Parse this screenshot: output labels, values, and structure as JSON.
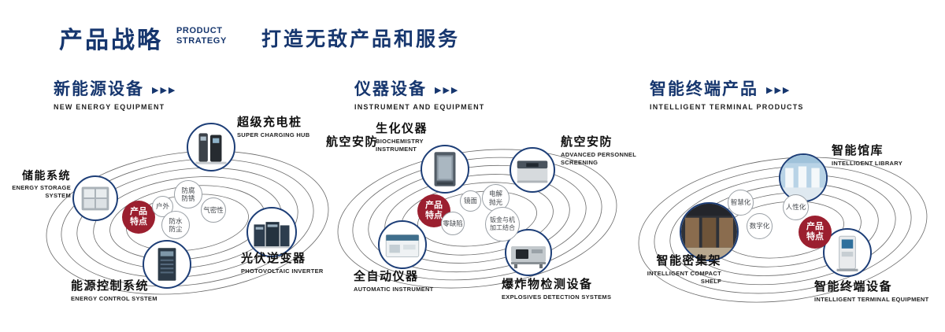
{
  "header": {
    "title": "产品战略",
    "subtitle_lines": [
      "PRODUCT",
      "STRATEGY"
    ],
    "tagline": "打造无敌产品和服务"
  },
  "icons": {
    "triple_arrow": "▶▶▶"
  },
  "colors": {
    "navy": "#16366e",
    "badge_red": "#9b1f2f",
    "ring": "#454545"
  },
  "sections": [
    {
      "title": "新能源设备",
      "subtitle": "NEW ENERGY EQUIPMENT",
      "badge": "产品特点",
      "features": [
        "户外",
        "防腐防锈",
        "气密性",
        "防水防尘"
      ],
      "products": [
        {
          "name": "超级充电桩",
          "en": "SUPER CHARGING HUB"
        },
        {
          "name": "储能系统",
          "en": "ENERGY STORAGE SYSTEM"
        },
        {
          "name": "光伏逆变器",
          "en": "PHOTOVOLTAIC INVERTER"
        },
        {
          "name": "能源控制系统",
          "en": "ENERGY CONTROL SYSTEM"
        }
      ]
    },
    {
      "title": "仪器设备",
      "subtitle": "INSTRUMENT AND EQUIPMENT",
      "badge": "产品特点",
      "extra_label": "航空安防",
      "features": [
        "镜面",
        "电解抛光",
        "零缺陷",
        "钣金与机加工结合"
      ],
      "products": [
        {
          "name": "生化仪器",
          "en": "BIOCHEMISTRY INSTRUMENT"
        },
        {
          "name": "航空安防",
          "en": "ADVANCED PERSONNEL SCREENING"
        },
        {
          "name": "全自动仪器",
          "en": "AUTOMATIC INSTRUMENT"
        },
        {
          "name": "爆炸物检测设备",
          "en": "EXPLOSIVES DETECTION SYSTEMS"
        }
      ]
    },
    {
      "title": "智能终端产品",
      "subtitle": "INTELLIGENT TERMINAL PRODUCTS",
      "badge": "产品特点",
      "features": [
        "智慧化",
        "人性化",
        "数字化"
      ],
      "products": [
        {
          "name": "智能馆库",
          "en": "INTELLIGENT LIBRARY"
        },
        {
          "name": "智能密集架",
          "en": "INTELLIGENT COMPACT SHELF"
        },
        {
          "name": "智能终端设备",
          "en": "INTELLIGENT TERMINAL EQUIPMENT"
        }
      ]
    }
  ]
}
